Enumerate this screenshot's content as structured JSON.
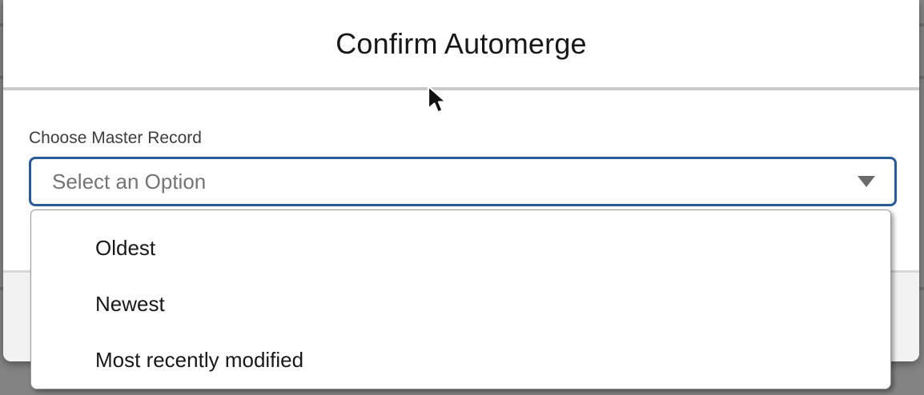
{
  "modal": {
    "title": "Confirm Automerge",
    "field": {
      "label": "Choose Master Record",
      "placeholder": "Select an Option"
    },
    "dropdown": {
      "options": [
        "Oldest",
        "Newest",
        "Most recently modified"
      ]
    }
  },
  "icons": {
    "dropdown_caret": "caret-down",
    "cursor": "arrow-pointer"
  },
  "colors": {
    "focus_border": "#285a9b",
    "backdrop": "#838383",
    "footer_bg": "#f2f2f2",
    "header_divider": "#c9c9c9",
    "title_text": "#181818",
    "label_text": "#3e3e3c",
    "placeholder_text": "#747474",
    "option_text": "#181818"
  }
}
